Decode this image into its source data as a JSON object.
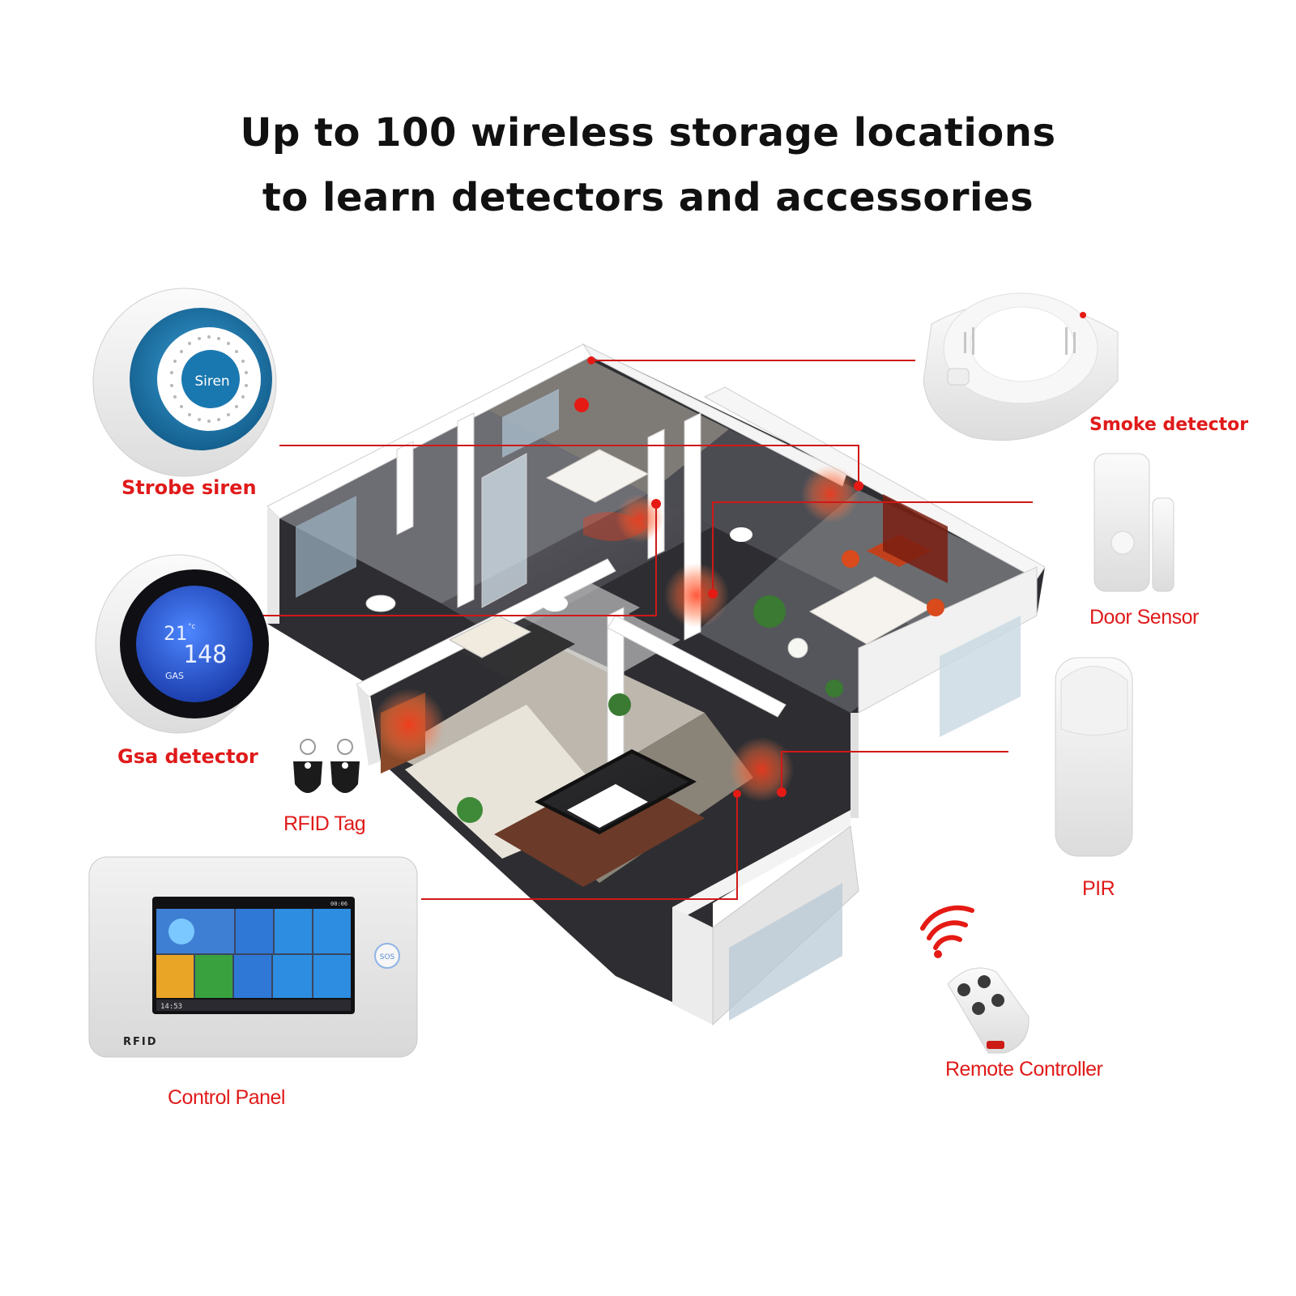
{
  "headline": {
    "line1": "Up to 100 wireless storage locations",
    "line2": "to learn detectors and accessories"
  },
  "devices": {
    "strobe_siren": {
      "label": "Strobe siren",
      "button_text": "Siren"
    },
    "smoke_detector": {
      "label": "Smoke detector"
    },
    "door_sensor": {
      "label": "Door Sensor"
    },
    "gas_detector": {
      "label": "Gsa detector",
      "temp": "21",
      "temp_unit": "°c",
      "reading": "148",
      "gas_text": "GAS"
    },
    "rfid_tag": {
      "label": "RFID Tag"
    },
    "pir": {
      "label": "PIR"
    },
    "control_panel": {
      "label": "Control Panel",
      "brand_text": "RFID",
      "sos_text": "SOS",
      "clock": "14:53",
      "status_time": "00:06"
    },
    "remote_controller": {
      "label": "Remote Controller"
    }
  },
  "colors": {
    "accent_red": "#e01a1a",
    "siren_blue": "#1f7fb6",
    "lcd_blue": "#2a5fd6",
    "line_red": "#d01818"
  }
}
